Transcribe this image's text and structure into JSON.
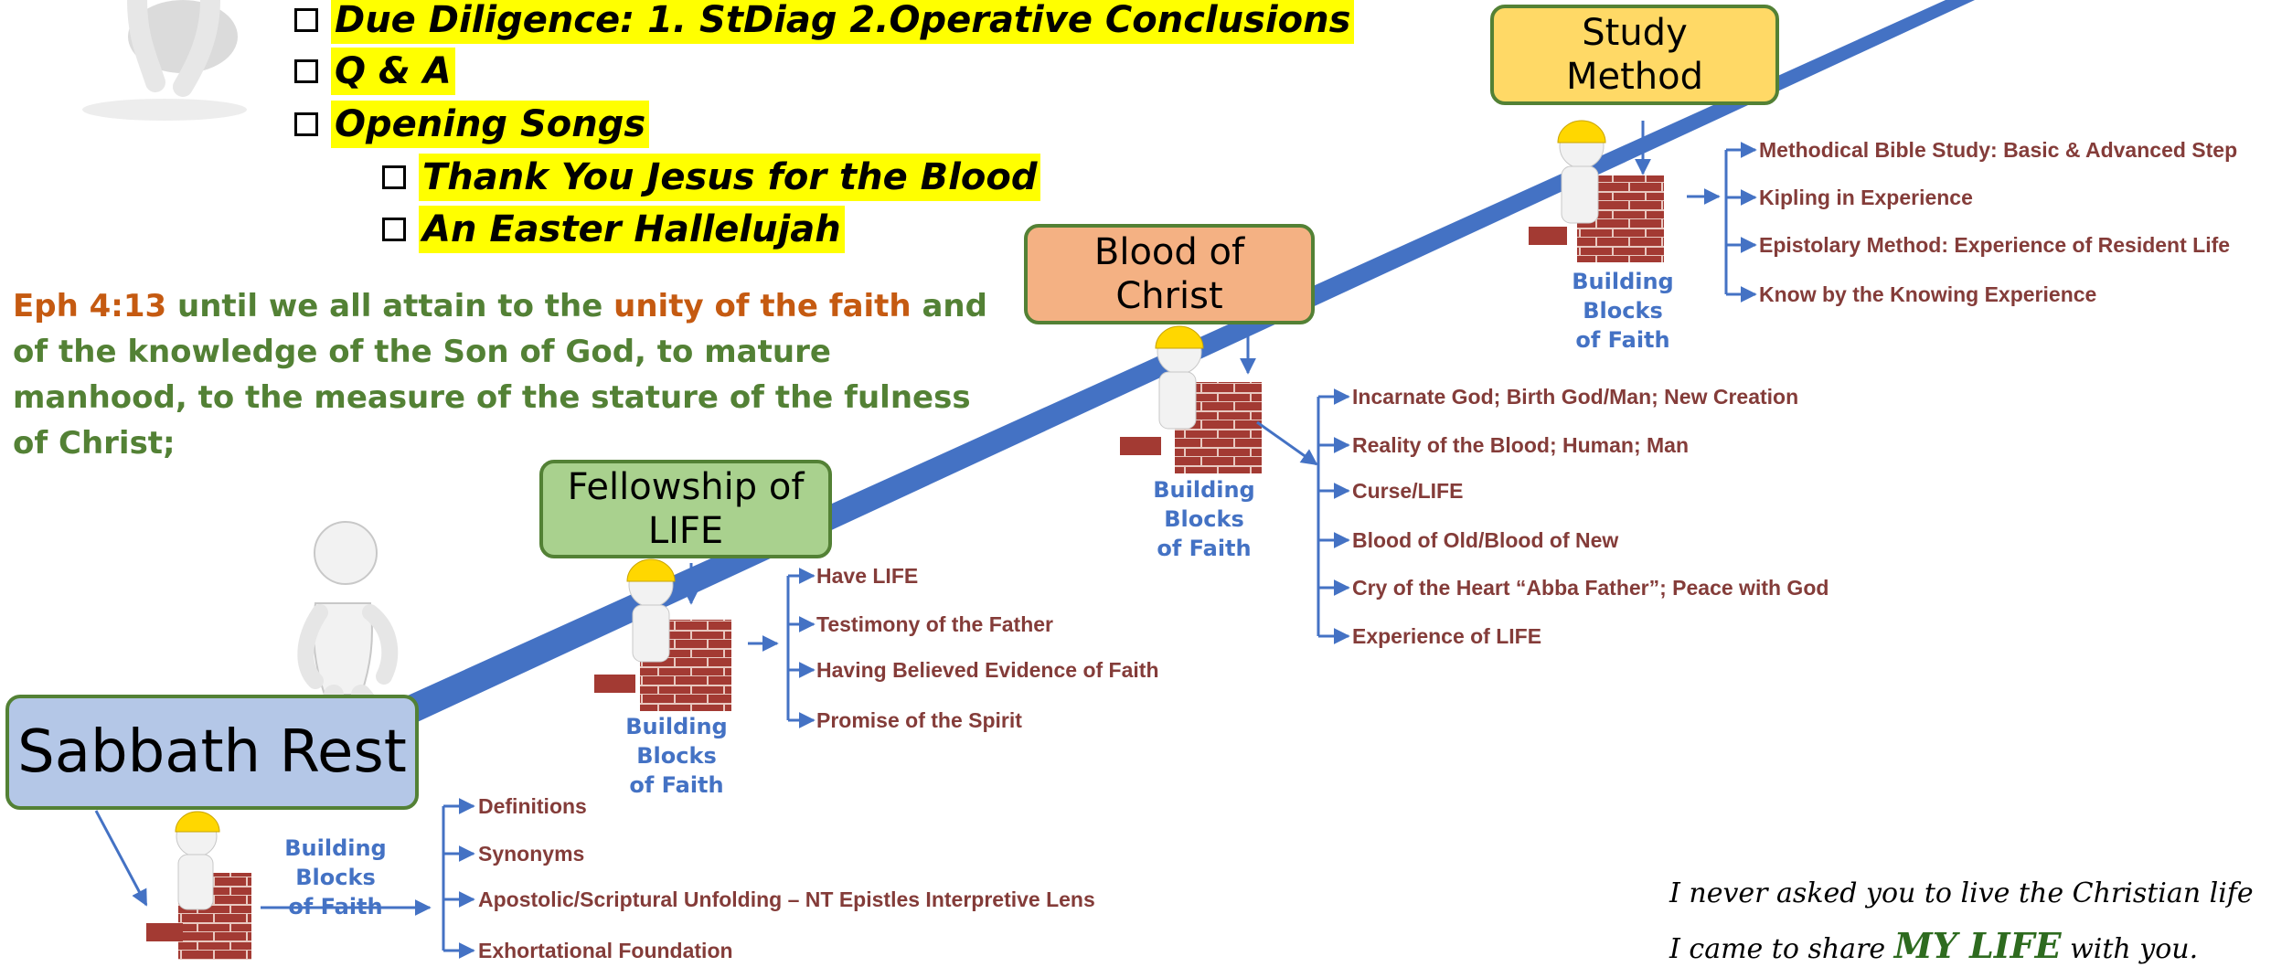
{
  "agenda": [
    {
      "text": "Due Diligence: 1. StDiag  2.Operative Conclusions"
    },
    {
      "text": "Q & A"
    },
    {
      "text": "Opening Songs"
    },
    {
      "text": "Thank You Jesus for the Blood"
    },
    {
      "text": "An Easter Hallelujah"
    }
  ],
  "verse": {
    "ref": "Eph 4:13",
    "part1": " until we all attain to the ",
    "highlight": "unity of the faith",
    "part2": " and of the knowledge of the Son of God, to mature manhood, to the measure of the stature of the fulness of Christ;"
  },
  "stages": {
    "sabbath": {
      "title": "Sabbath Rest",
      "bb_line1": "Building Blocks",
      "bb_line2": "of Faith",
      "items": [
        "Definitions",
        "Synonyms",
        "Apostolic/Scriptural Unfolding – NT Epistles Interpretive Lens",
        "Exhortational Foundation"
      ]
    },
    "fellowship": {
      "title_line1": "Fellowship of",
      "title_line2": "LIFE",
      "bb_line1": "Building Blocks",
      "bb_line2": "of Faith",
      "items": [
        "Have LIFE",
        "Testimony of the Father",
        "Having Believed Evidence of Faith",
        "Promise of the Spirit"
      ]
    },
    "blood": {
      "title_line1": "Blood of",
      "title_line2": "Christ",
      "bb_line1": "Building Blocks",
      "bb_line2": "of Faith",
      "items": [
        "Incarnate God; Birth God/Man; New Creation",
        "Reality of the Blood; Human; Man",
        "Curse/LIFE",
        "Blood of Old/Blood of New",
        "Cry of the Heart “Abba Father”; Peace with God",
        "Experience of LIFE"
      ]
    },
    "study": {
      "title_line1": "Study",
      "title_line2": "Method",
      "bb_line1": "Building Blocks",
      "bb_line2": "of Faith",
      "items": [
        "Methodical Bible Study: Basic & Advanced Step",
        "Kipling in Experience",
        "Epistolary Method: Experience of Resident Life",
        "Know by the Knowing Experience"
      ]
    }
  },
  "quote": {
    "line1": "I never asked you to live the Christian life",
    "line2_pre": "I came to share ",
    "line2_big": "MY LIFE",
    "line2_post": " with you."
  },
  "colors": {
    "highlight": "#ffff00",
    "verse_green": "#538135",
    "verse_orange": "#c55a11",
    "ramp_blue": "#4472c4",
    "item_brown": "#843c39",
    "sabbath_fill": "#b4c7e7",
    "fellowship_fill": "#a9d18e",
    "blood_fill": "#f4b183",
    "study_fill": "#ffd966",
    "box_border": "#538135"
  },
  "icons": [
    "stick-figure-icon",
    "worker-with-hard-hat-icon",
    "brick-wall-icon"
  ]
}
